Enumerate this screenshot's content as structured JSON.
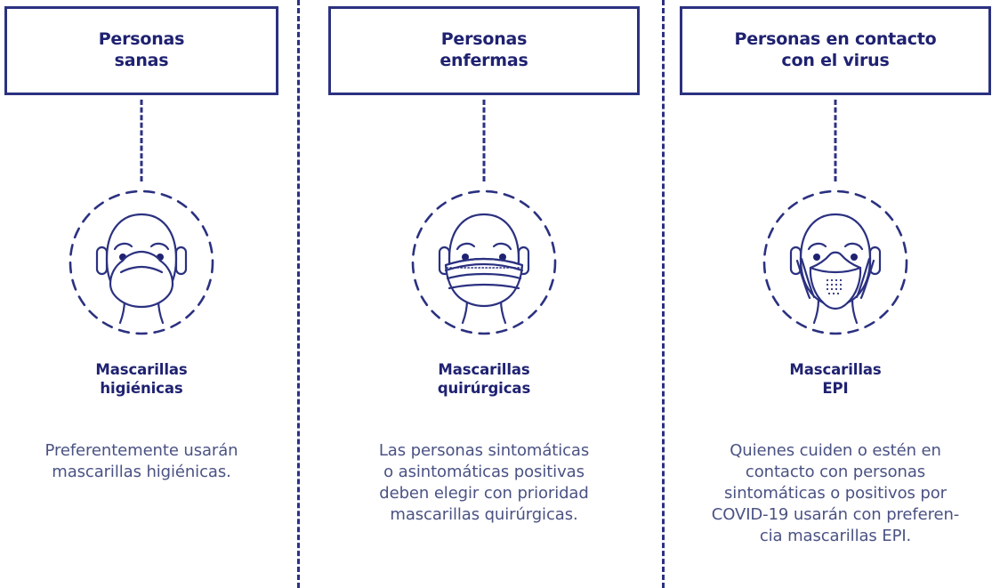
{
  "colors": {
    "navy": "#1f2271",
    "stroke": "#2b3180",
    "body_text": "#4a5283",
    "background": "#ffffff"
  },
  "columns": [
    {
      "header": "Personas\nsanas",
      "icon": "face-with-cloth-mask-icon",
      "mask_name": "Mascarillas\nhigiénicas",
      "description": "Preferentemente usarán\nmascarillas higiénicas."
    },
    {
      "header": "Personas\nenfermas",
      "icon": "face-with-surgical-mask-icon",
      "mask_name": "Mascarillas\nquirúrgicas",
      "description": "Las personas sintomáticas\no asintomáticas positivas\ndeben elegir con prioridad\nmascarillas quirúrgicas."
    },
    {
      "header": "Personas en contacto\ncon el virus",
      "icon": "face-with-epi-respirator-icon",
      "mask_name": "Mascarillas\nEPI",
      "description": "Quienes cuiden o estén en\ncontacto con personas\nsintomáticas o positivos por\nCOVID-19 usarán con preferen-\ncia mascarillas EPI."
    }
  ]
}
